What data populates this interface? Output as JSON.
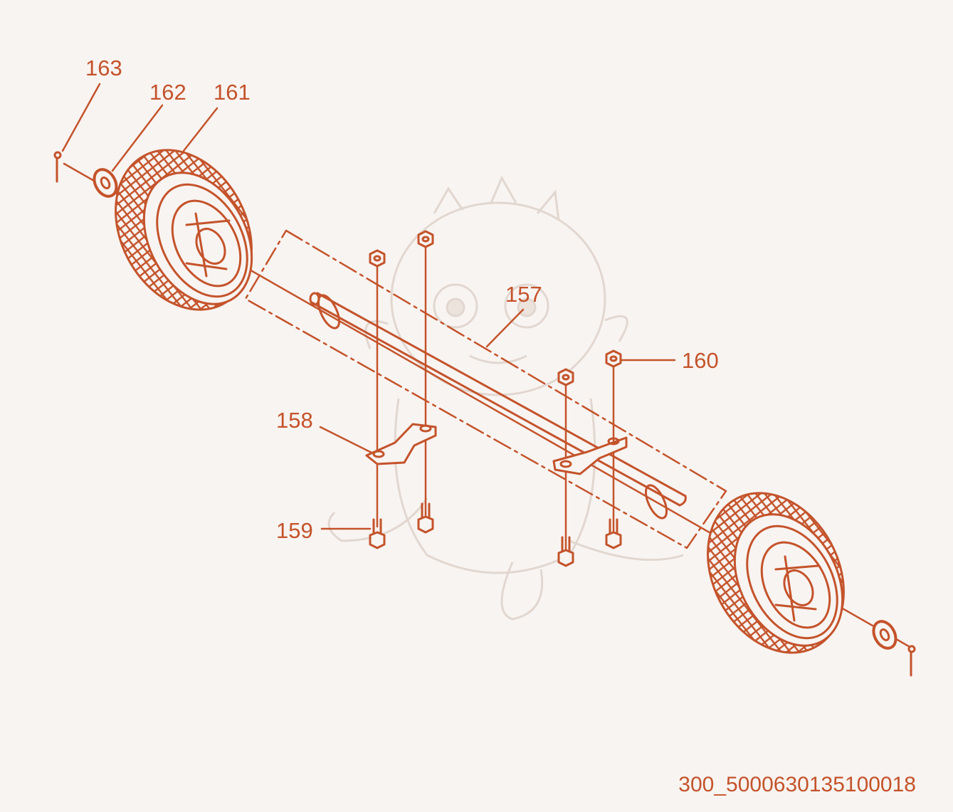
{
  "colors": {
    "line": "#c4532b",
    "background": "#f8f4f1",
    "watermark": "#e2d7d0"
  },
  "callouts": {
    "c157": "157",
    "c158": "158",
    "c159": "159",
    "c160": "160",
    "c161": "161",
    "c162": "162",
    "c163": "163"
  },
  "footer": {
    "doc_code": "300_5000630135100018"
  }
}
